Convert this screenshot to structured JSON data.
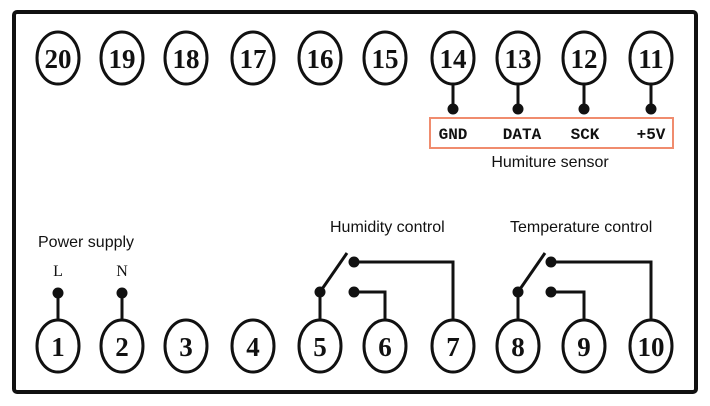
{
  "top_terminals": [
    "20",
    "19",
    "18",
    "17",
    "16",
    "15",
    "14",
    "13",
    "12",
    "11"
  ],
  "bottom_terminals": [
    "1",
    "2",
    "3",
    "4",
    "5",
    "6",
    "7",
    "8",
    "9",
    "10"
  ],
  "sensor": {
    "pins": [
      "GND",
      "DATA",
      "SCK",
      "+5V"
    ],
    "caption": "Humiture sensor",
    "box_color": "#f08c6e"
  },
  "power": {
    "title": "Power supply",
    "l": "L",
    "n": "N"
  },
  "humidity_control": {
    "title": "Humidity control"
  },
  "temperature_control": {
    "title": "Temperature control"
  }
}
